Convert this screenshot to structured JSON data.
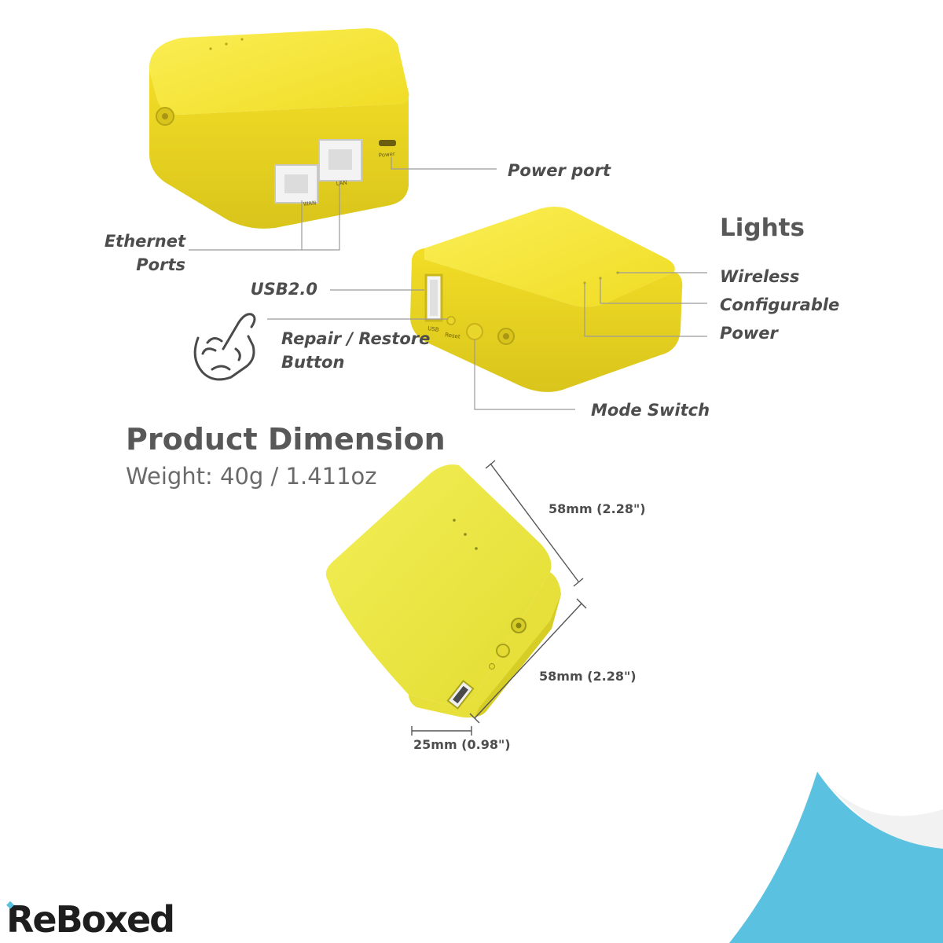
{
  "callouts": {
    "power_port": "Power port",
    "ethernet_ports_line1": "Ethernet",
    "ethernet_ports_line2": "Ports",
    "usb": "USB2.0",
    "repair_line1": "Repair / Restore",
    "repair_line2": "Button",
    "mode_switch": "Mode Switch"
  },
  "lights": {
    "title": "Lights",
    "items": [
      "Wireless",
      "Configurable",
      "Power"
    ]
  },
  "port_labels": {
    "wan": "WAN",
    "lan": "LAN",
    "power": "Power",
    "usb": "USB",
    "reset": "Reset"
  },
  "dimension": {
    "title": "Product Dimension",
    "weight": "Weight: 40g / 1.411oz",
    "width": "58mm (2.28\")",
    "depth": "58mm (2.28\")",
    "height": "25mm (0.98\")"
  },
  "brand": {
    "name": "ReBoxed"
  },
  "colors": {
    "device_yellow": "#f4e12c",
    "device_shadow": "#dcc81e",
    "text_gray": "#4d4d4d",
    "corner_blue": "#5bc1e0"
  }
}
